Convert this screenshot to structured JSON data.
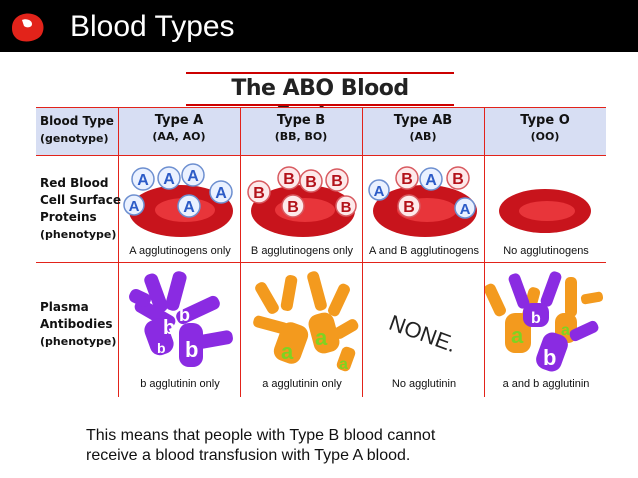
{
  "slide": {
    "title": "Blood Types",
    "note_line1": "This means that people with Type B blood cannot",
    "note_line2": "receive a blood transfusion with Type A blood."
  },
  "figure": {
    "title": "The ABO Blood System",
    "row_labels": {
      "blood_type": "Blood Type",
      "blood_type_sub": "(genotype)",
      "rbc_line1": "Red Blood",
      "rbc_line2": "Cell Surface",
      "rbc_line3": "Proteins",
      "rbc_sub": "(phenotype)",
      "plasma_line1": "Plasma",
      "plasma_line2": "Antibodies",
      "plasma_sub": "(phenotype)"
    },
    "columns": [
      {
        "type": "Type A",
        "genotype": "(AA, AO)",
        "cell_caption": "A agglutinogens only",
        "plasma_caption": "b agglutinin only"
      },
      {
        "type": "Type B",
        "genotype": "(BB, BO)",
        "cell_caption": "B agglutinogens only",
        "plasma_caption": "a agglutinin only"
      },
      {
        "type": "Type AB",
        "genotype": "(AB)",
        "cell_caption": "A and B agglutinogens",
        "plasma_caption": "No agglutinin"
      },
      {
        "type": "Type O",
        "genotype": "(OO)",
        "cell_caption": "No agglutinogens",
        "plasma_caption": "a and b agglutinin"
      }
    ],
    "antigen_letters": {
      "a": "A",
      "b": "B"
    },
    "antibody_letters": {
      "a": "a",
      "b": "b"
    },
    "none_text": "NONE."
  },
  "colors": {
    "header_bg": "#000000",
    "accent_red": "#e2231a",
    "header_row_bg": "#d7def3",
    "cell_red": "#c8141c",
    "antibody_purple": "#8a2be2",
    "antibody_orange": "#f39a1e",
    "antibody_letter_green": "#7ed321",
    "antibody_letter_white": "#ffffff"
  }
}
